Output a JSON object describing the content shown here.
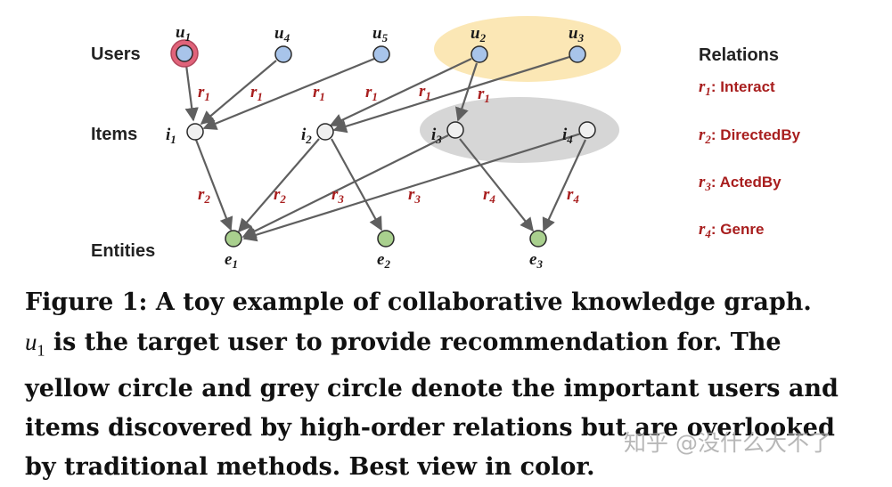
{
  "figure": {
    "row_labels": {
      "users": "Users",
      "items": "Items",
      "entities": "Entities"
    },
    "nodes": {
      "u1": {
        "base": "u",
        "sub": "1"
      },
      "u4": {
        "base": "u",
        "sub": "4"
      },
      "u5": {
        "base": "u",
        "sub": "5"
      },
      "u2": {
        "base": "u",
        "sub": "2"
      },
      "u3": {
        "base": "u",
        "sub": "3"
      },
      "i1": {
        "base": "i",
        "sub": "1"
      },
      "i2": {
        "base": "i",
        "sub": "2"
      },
      "i3": {
        "base": "i",
        "sub": "3"
      },
      "i4": {
        "base": "i",
        "sub": "4"
      },
      "e1": {
        "base": "e",
        "sub": "1"
      },
      "e2": {
        "base": "e",
        "sub": "2"
      },
      "e3": {
        "base": "e",
        "sub": "3"
      }
    },
    "edge_labels": {
      "u1_i1": {
        "base": "r",
        "sub": "1"
      },
      "u4_i1": {
        "base": "r",
        "sub": "1"
      },
      "u5_i1": {
        "base": "r",
        "sub": "1"
      },
      "u2_i2": {
        "base": "r",
        "sub": "1"
      },
      "u3_i2": {
        "base": "r",
        "sub": "1"
      },
      "u2_i3": {
        "base": "r",
        "sub": "1"
      },
      "i1_e1": {
        "base": "r",
        "sub": "2"
      },
      "i2_e1": {
        "base": "r",
        "sub": "2"
      },
      "i2_e2": {
        "base": "r",
        "sub": "3"
      },
      "i4_e1": {
        "base": "r",
        "sub": "3"
      },
      "i3_e3": {
        "base": "r",
        "sub": "4"
      },
      "i4_e3": {
        "base": "r",
        "sub": "4"
      }
    },
    "legend": {
      "title": "Relations",
      "items": [
        {
          "base": "r",
          "sub": "1",
          "name": ": Interact"
        },
        {
          "base": "r",
          "sub": "2",
          "name": ": DirectedBy"
        },
        {
          "base": "r",
          "sub": "3",
          "name": ": ActedBy"
        },
        {
          "base": "r",
          "sub": "4",
          "name": ": Genre"
        }
      ]
    },
    "colors": {
      "user_node": "#a8c4ea",
      "item_node": "#f0f0f0",
      "entity_node": "#a9d08e",
      "target_ring": "#e0637a",
      "yellow_highlight": "#fbe7b5",
      "grey_highlight": "#d6d6d6",
      "edge": "#5f5f5f",
      "relation_text": "#a81e1e"
    }
  },
  "caption": {
    "line1": "Figure 1: A toy example of collaborative knowledge graph.",
    "math_base": "u",
    "math_sub": "1",
    "line2_rest": " is the target user to provide recommendation for. The",
    "line3": "yellow circle and grey circle denote the important users and",
    "line4": "items discovered by high-order relations but are overlooked",
    "line5": "by traditional methods. Best view in color."
  },
  "watermark": "知乎 @没什么大不了"
}
